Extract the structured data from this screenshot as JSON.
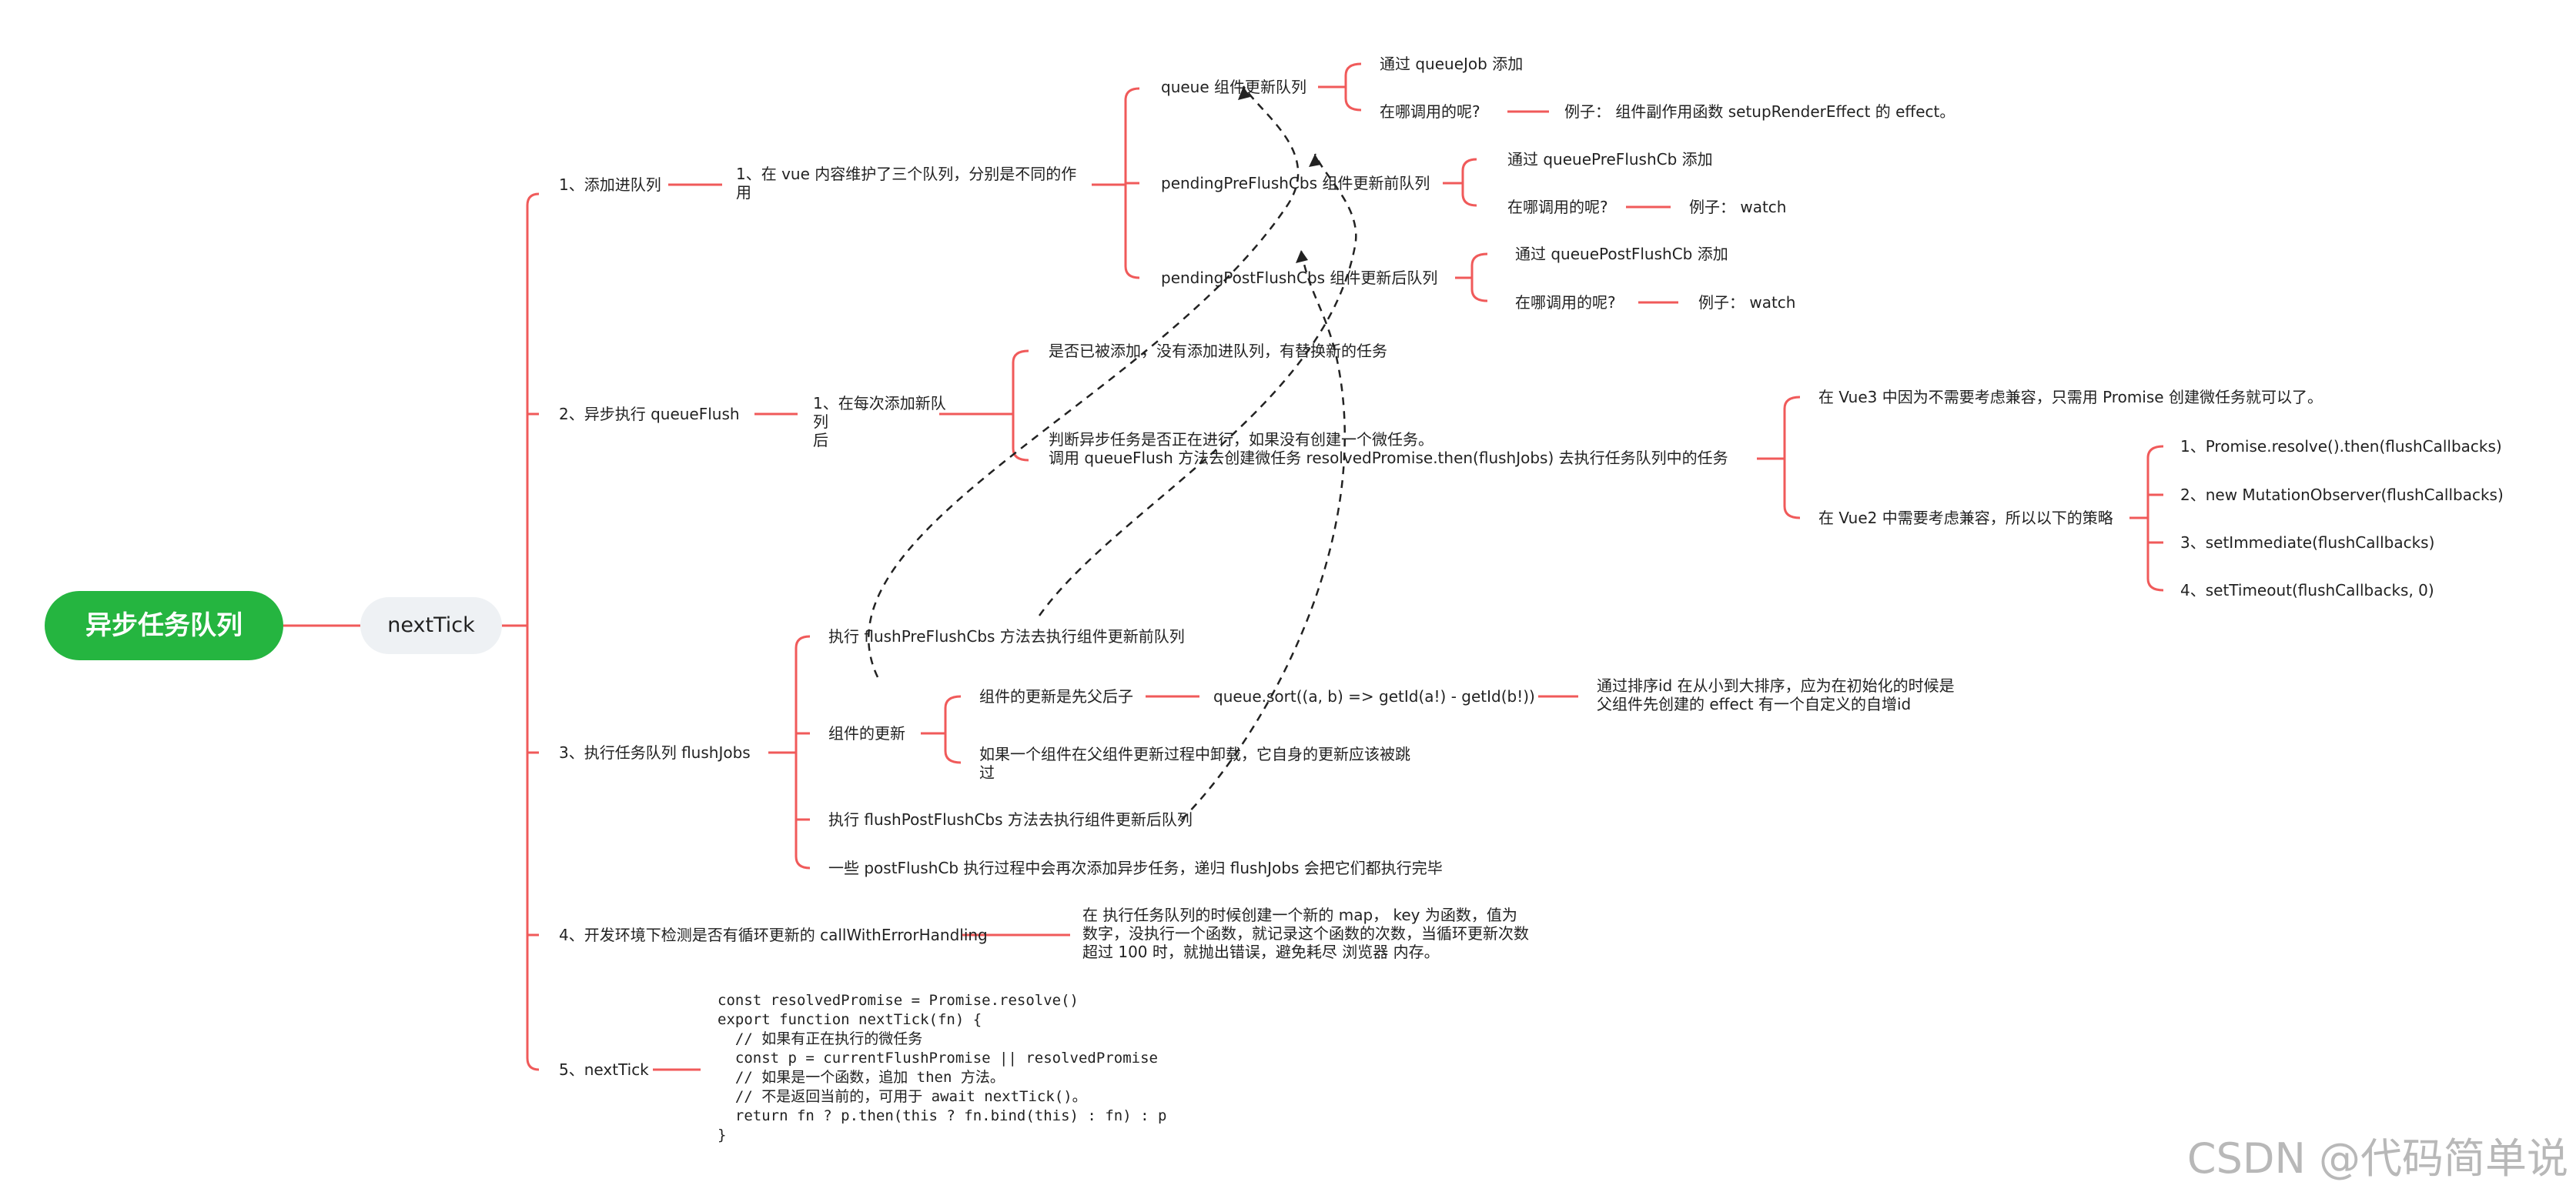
{
  "root": "异步任务队列",
  "level1": "nextTick",
  "branches": [
    {
      "label": "1、添加进队列",
      "sub": "1、在 vue 内容维护了三个队列，分别是不同的作\n用"
    },
    {
      "label": "2、异步执行 queueFlush",
      "sub": "1、在每次添加新队列\n后"
    },
    {
      "label": "3、执行任务队列 flushJobs"
    },
    {
      "label": "4、开发环境下检测是否有循环更新的 callWithErrorHandling",
      "desc": "在 执行任务队列的时候创建一个新的 map， key 为函数，值为\n数字，没执行一个函数，就记录这个函数的次数，当循环更新次数\n超过 100 时，就抛出错误，避免耗尽 浏览器 内存。"
    },
    {
      "label": "5、nextTick",
      "code": "const resolvedPromise = Promise.resolve()\nexport function nextTick(fn) {\n  // 如果有正在执行的微任务\n  const p = currentFlushPromise || resolvedPromise\n  // 如果是一个函数，追加 then 方法。\n  // 不是返回当前的，可用于 await nextTick()。\n  return fn ? p.then(this ? fn.bind(this) : fn) : p\n}"
    }
  ],
  "queues": [
    {
      "name": "queue 组件更新队列",
      "add": "通过 queueJob 添加",
      "where": "在哪调用的呢?",
      "example": "例子： 组件副作用函数 setupRenderEffect 的 effect。"
    },
    {
      "name": "pendingPreFlushCbs 组件更新前队列",
      "add": "通过 queuePreFlushCb 添加",
      "where": "在哪调用的呢?",
      "example": "例子： watch"
    },
    {
      "name": "pendingPostFlushCbs 组件更新后队列",
      "add": "通过 queuePostFlushCb 添加",
      "where": "在哪调用的呢?",
      "example": "例子： watch"
    }
  ],
  "queueFlush": {
    "check": "是否已被添加，没有添加进队列，有替换新的任务",
    "judge": "判断异步任务是否正在进行，如果没有创建一个微任务。\n调用 queueFlush 方法去创建微任务 resolvedPromise.then(flushJobs) 去执行任务队列中的任务",
    "vue3": "在 Vue3 中因为不需要考虑兼容，只需用 Promise 创建微任务就可以了。",
    "vue2": "在 Vue2 中需要考虑兼容，所以以下的策略",
    "strategies": [
      "1、Promise.resolve().then(flushCallbacks)",
      "2、new MutationObserver(flushCallbacks)",
      "3、setImmediate(flushCallbacks)",
      "4、setTimeout(flushCallbacks, 0)"
    ]
  },
  "flushJobs": {
    "pre": "执行 flushPreFlushCbs 方法去执行组件更新前队列",
    "update": "组件的更新",
    "parentFirst": "组件的更新是先父后子",
    "sort": "queue.sort((a, b) => getId(a!) - getId(b!))",
    "sortDesc": "通过排序id 在从小到大排序，应为在初始化的时候是\n父组件先创建的 effect 有一个自定义的自增id",
    "unmount": "如果一个组件在父组件更新过程中卸载，它自身的更新应该被跳\n过",
    "post": "执行 flushPostFlushCbs 方法去执行组件更新后队列",
    "recursive": "一些 postFlushCb 执行过程中会再次添加异步任务，递归 flushJobs 会把它们都执行完毕"
  },
  "watermark": "CSDN @代码简单说",
  "colors": {
    "root": "#25b540",
    "branch": "#f05a5a",
    "dashed": "#222222",
    "level1_bg": "#eef1f4"
  }
}
